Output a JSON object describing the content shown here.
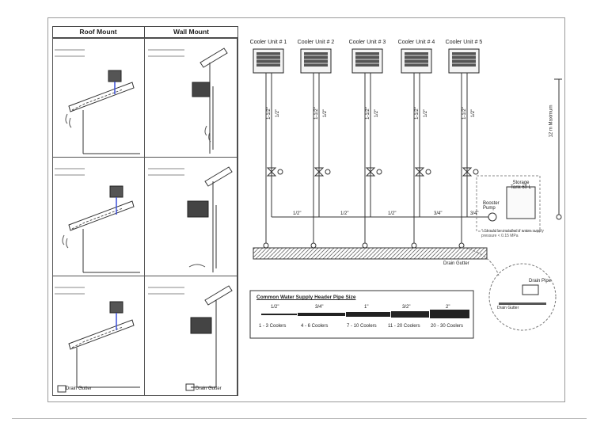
{
  "panels": {
    "roof_mount_title": "Roof Mount",
    "wall_mount_title": "Wall Mount",
    "drain_gutter_label": "Drain Gutter"
  },
  "coolers": [
    "Cooler Unit # 1",
    "Cooler Unit # 2",
    "Cooler Unit # 3",
    "Cooler Unit # 4",
    "Cooler Unit # 5"
  ],
  "pipe_labels": {
    "riser_a": "1-1/2\"",
    "riser_b": "1/2\""
  },
  "header_segments": [
    "1/2\"",
    "1/2\"",
    "1/2\"",
    "3/4\"",
    "3/4\""
  ],
  "max_height": "12 m Maximum",
  "storage_tank": "Storage Tank 60 L",
  "booster_pump": "Booster Pump",
  "booster_note": "* Should be installed if water supply pressure < 0.15 MPa",
  "drain_gutter": "Drain Gutter",
  "detail": {
    "drain_pipe": "Drain Pipe",
    "drain_gutter": "Drain Gutter"
  },
  "table": {
    "title": "Common Water Supply Header Pipe Size",
    "sizes": [
      "1/2\"",
      "3/4\"",
      "1\"",
      "3/2\"",
      "2\""
    ],
    "ranges": [
      "1 - 3 Coolers",
      "4 - 6 Coolers",
      "7 - 10 Coolers",
      "11 - 20 Coolers",
      "20 - 30 Coolers"
    ]
  }
}
